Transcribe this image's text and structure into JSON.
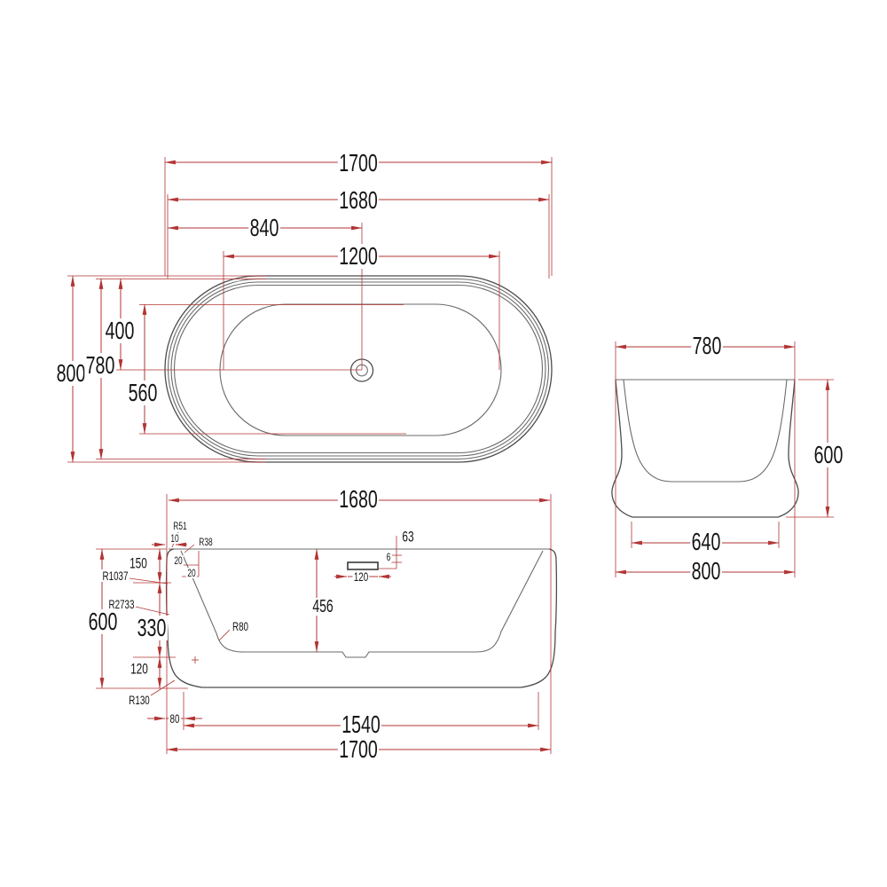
{
  "views": {
    "top": {
      "dims": {
        "overall_length": "1700",
        "deck_length": "1680",
        "drain_offset": "840",
        "basin_length": "1200",
        "overall_width": "800",
        "deck_width": "780",
        "drain_offset_top": "400",
        "basin_width": "560"
      }
    },
    "end": {
      "dims": {
        "deck_width": "780",
        "height": "600",
        "base_width": "640",
        "overall_width": "800"
      }
    },
    "side": {
      "dims": {
        "deck_length": "1680",
        "height": "600",
        "seg_top": "150",
        "seg_mid": "330",
        "seg_bot": "120",
        "depth": "456",
        "offset_top": "10",
        "step_a": "20",
        "step_b": "20",
        "overflow_offset": "63",
        "overflow_height": "6",
        "overflow_width": "120",
        "base_inset": "80",
        "base_length": "1540",
        "overall_length": "1700"
      },
      "radii": {
        "r51": "R51",
        "r38": "R38",
        "r1037": "R1037",
        "r2733": "R2733",
        "r80": "R80",
        "r130": "R130"
      }
    },
    "colors": {
      "dimension_red": "#b23434",
      "outline_gray": "#4d4d4d"
    }
  }
}
